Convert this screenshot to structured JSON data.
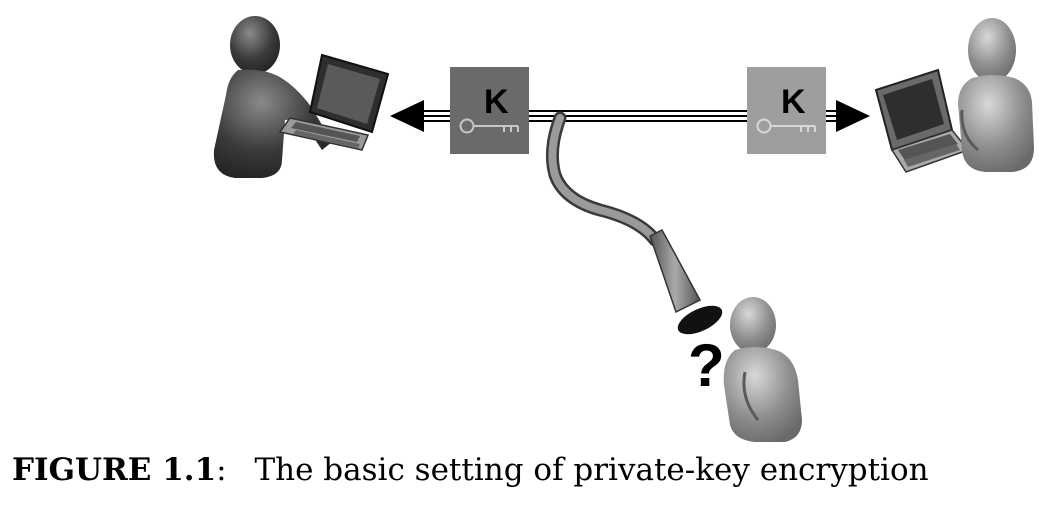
{
  "diagram": {
    "sender_key_label": "K",
    "receiver_key_label": "K",
    "eavesdropper_mark": "?",
    "colors": {
      "sender_figure": "#3c3c3c",
      "receiver_figure": "#8a8a8a",
      "eavesdropper_figure": "#8a8a8a",
      "sender_key_box": "#6a6a6a",
      "receiver_key_box": "#9e9e9e",
      "channel_line": "#000000",
      "tap_tube": "#777777"
    },
    "icons": [
      "person-icon",
      "laptop-icon",
      "key-icon",
      "arrow-icon",
      "eavesdropper-horn-icon"
    ]
  },
  "caption": {
    "label": "FIGURE 1.1",
    "separator": ":",
    "text": "The basic setting of private-key encryption"
  }
}
